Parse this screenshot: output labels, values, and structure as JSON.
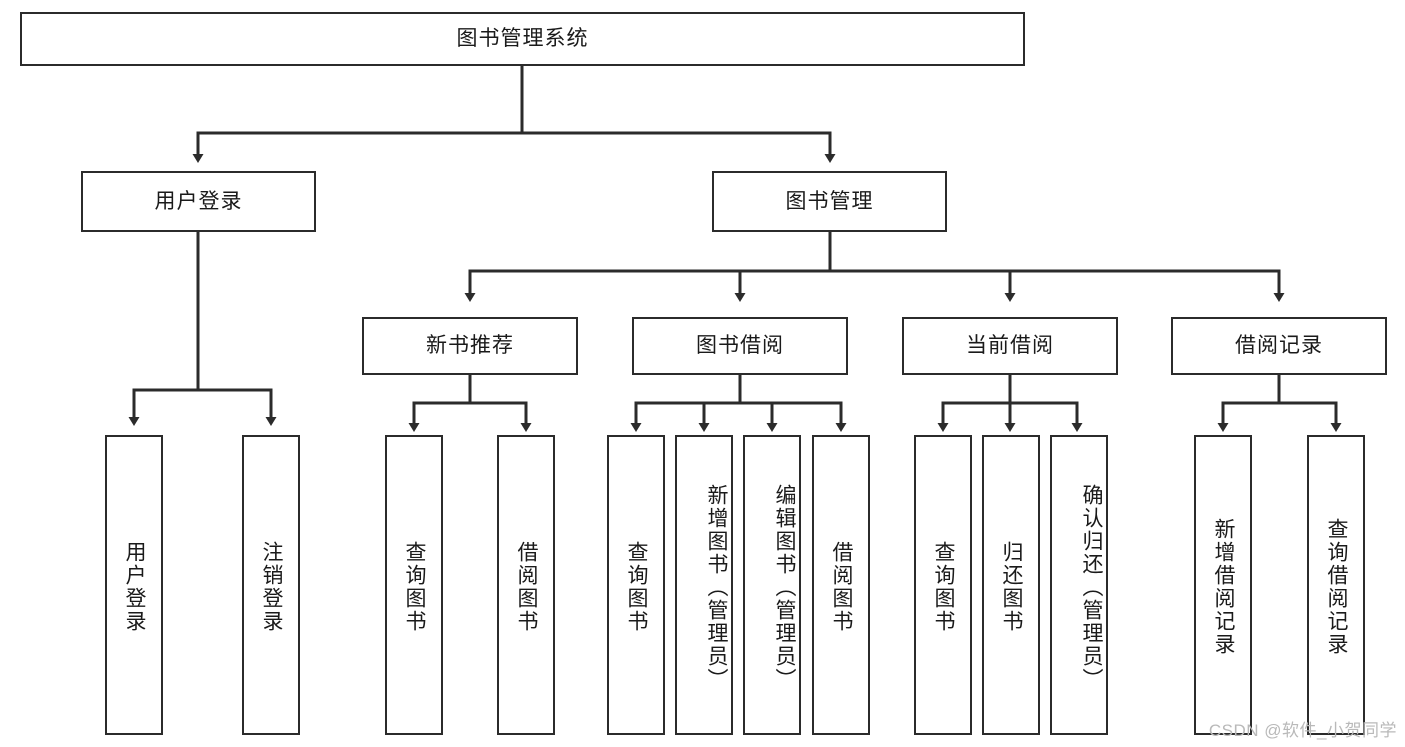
{
  "diagram": {
    "title": "图书管理系统",
    "watermark": "CSDN @软件_小贺同学",
    "colors": {
      "box_border": "#2b2b2b",
      "box_fill": "#ffffff",
      "connector": "#2b2b2b",
      "text": "#1a1a1a",
      "watermark": "#b9b9b9",
      "background": "#ffffff"
    }
  },
  "chart_data": {
    "type": "tree",
    "title": "图书管理系统",
    "orientation": "top-down",
    "levels": 4,
    "nodes": [
      {
        "id": "root",
        "label": "图书管理系统",
        "level": 0,
        "parent": null,
        "text_dir": "horizontal"
      },
      {
        "id": "login",
        "label": "用户登录",
        "level": 1,
        "parent": "root",
        "text_dir": "horizontal"
      },
      {
        "id": "bookmgmt",
        "label": "图书管理",
        "level": 1,
        "parent": "root",
        "text_dir": "horizontal"
      },
      {
        "id": "login-user",
        "label": "用户登录",
        "level": 2,
        "parent": "login",
        "text_dir": "vertical"
      },
      {
        "id": "login-logout",
        "label": "注销登录",
        "level": 2,
        "parent": "login",
        "text_dir": "vertical"
      },
      {
        "id": "newbook",
        "label": "新书推荐",
        "level": 2,
        "parent": "bookmgmt",
        "text_dir": "horizontal"
      },
      {
        "id": "borrow",
        "label": "图书借阅",
        "level": 2,
        "parent": "bookmgmt",
        "text_dir": "horizontal"
      },
      {
        "id": "current",
        "label": "当前借阅",
        "level": 2,
        "parent": "bookmgmt",
        "text_dir": "horizontal"
      },
      {
        "id": "records",
        "label": "借阅记录",
        "level": 2,
        "parent": "bookmgmt",
        "text_dir": "horizontal"
      },
      {
        "id": "newbook-query",
        "label": "查询图书",
        "level": 3,
        "parent": "newbook",
        "text_dir": "vertical"
      },
      {
        "id": "newbook-borrow",
        "label": "借阅图书",
        "level": 3,
        "parent": "newbook",
        "text_dir": "vertical"
      },
      {
        "id": "borrow-query",
        "label": "查询图书",
        "level": 3,
        "parent": "borrow",
        "text_dir": "vertical"
      },
      {
        "id": "borrow-add",
        "label": "新增图书（管理员）",
        "level": 3,
        "parent": "borrow",
        "text_dir": "vertical"
      },
      {
        "id": "borrow-edit",
        "label": "编辑图书（管理员）",
        "level": 3,
        "parent": "borrow",
        "text_dir": "vertical"
      },
      {
        "id": "borrow-lend",
        "label": "借阅图书",
        "level": 3,
        "parent": "borrow",
        "text_dir": "vertical"
      },
      {
        "id": "current-query",
        "label": "查询图书",
        "level": 3,
        "parent": "current",
        "text_dir": "vertical"
      },
      {
        "id": "current-return",
        "label": "归还图书",
        "level": 3,
        "parent": "current",
        "text_dir": "vertical"
      },
      {
        "id": "current-confirm",
        "label": "确认归还（管理员）",
        "level": 3,
        "parent": "current",
        "text_dir": "vertical"
      },
      {
        "id": "records-add",
        "label": "新增借阅记录",
        "level": 3,
        "parent": "records",
        "text_dir": "vertical"
      },
      {
        "id": "records-query",
        "label": "查询借阅记录",
        "level": 3,
        "parent": "records",
        "text_dir": "vertical"
      }
    ]
  }
}
